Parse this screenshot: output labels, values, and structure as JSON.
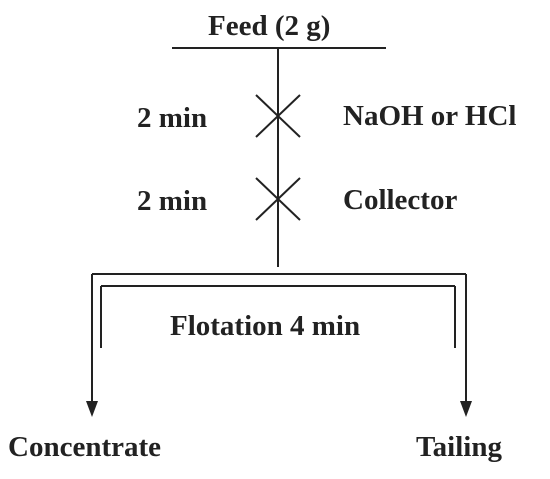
{
  "diagram": {
    "feed_label": "Feed (2 g)",
    "steps": [
      {
        "time": "2 min",
        "reagent": "NaOH or HCl"
      },
      {
        "time": "2 min",
        "reagent": "Collector"
      }
    ],
    "operation_label": "Flotation 4 min",
    "outputs": {
      "concentrate": "Concentrate",
      "tailing": "Tailing"
    }
  },
  "colors": {
    "ink": "#222222",
    "background": "#ffffff"
  }
}
